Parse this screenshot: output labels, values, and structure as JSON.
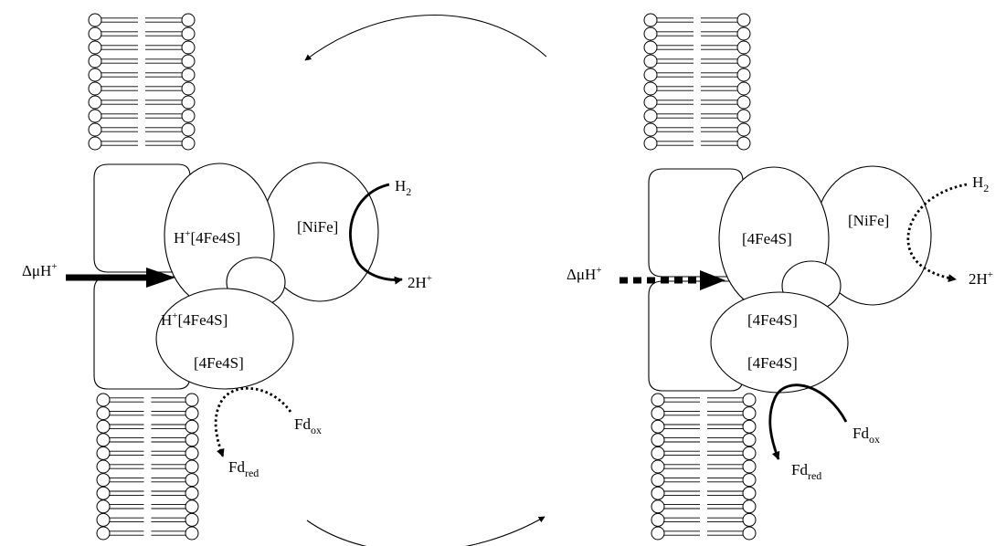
{
  "left_panel": {
    "delta_label": "ΔμH",
    "delta_sup": "+",
    "h2_base": "H",
    "h2_sub": "2",
    "proton_base": "2H",
    "proton_sup": "+",
    "fd_ox_base": "Fd",
    "fd_ox_sub": "ox",
    "fd_red_base": "Fd",
    "fd_red_sub": "red",
    "upper_cluster_prefix": "H",
    "upper_cluster_sup": "+",
    "upper_cluster_rest": "[4Fe4S]",
    "nife_label": "[NiFe]",
    "lower_cluster_top_prefix": "H",
    "lower_cluster_top_sup": "+",
    "lower_cluster_top_rest": "[4Fe4S]",
    "lower_cluster_bottom": "[4Fe4S]",
    "proton_flow_style": "solid",
    "h2_flow_style": "solid",
    "fd_flow_style": "dotted"
  },
  "right_panel": {
    "delta_label": "ΔμH",
    "delta_sup": "+",
    "h2_base": "H",
    "h2_sub": "2",
    "proton_base": "2H",
    "proton_sup": "+",
    "fd_ox_base": "Fd",
    "fd_ox_sub": "ox",
    "fd_red_base": "Fd",
    "fd_red_sub": "red",
    "upper_cluster": "[4Fe4S]",
    "nife_label": "[NiFe]",
    "lower_cluster_top": "[4Fe4S]",
    "lower_cluster_bottom": "[4Fe4S]",
    "proton_flow_style": "dotted",
    "h2_flow_style": "dotted",
    "fd_flow_style": "solid"
  },
  "cycle_arrows": [
    "top-right-to-left",
    "bottom-left-to-right"
  ]
}
